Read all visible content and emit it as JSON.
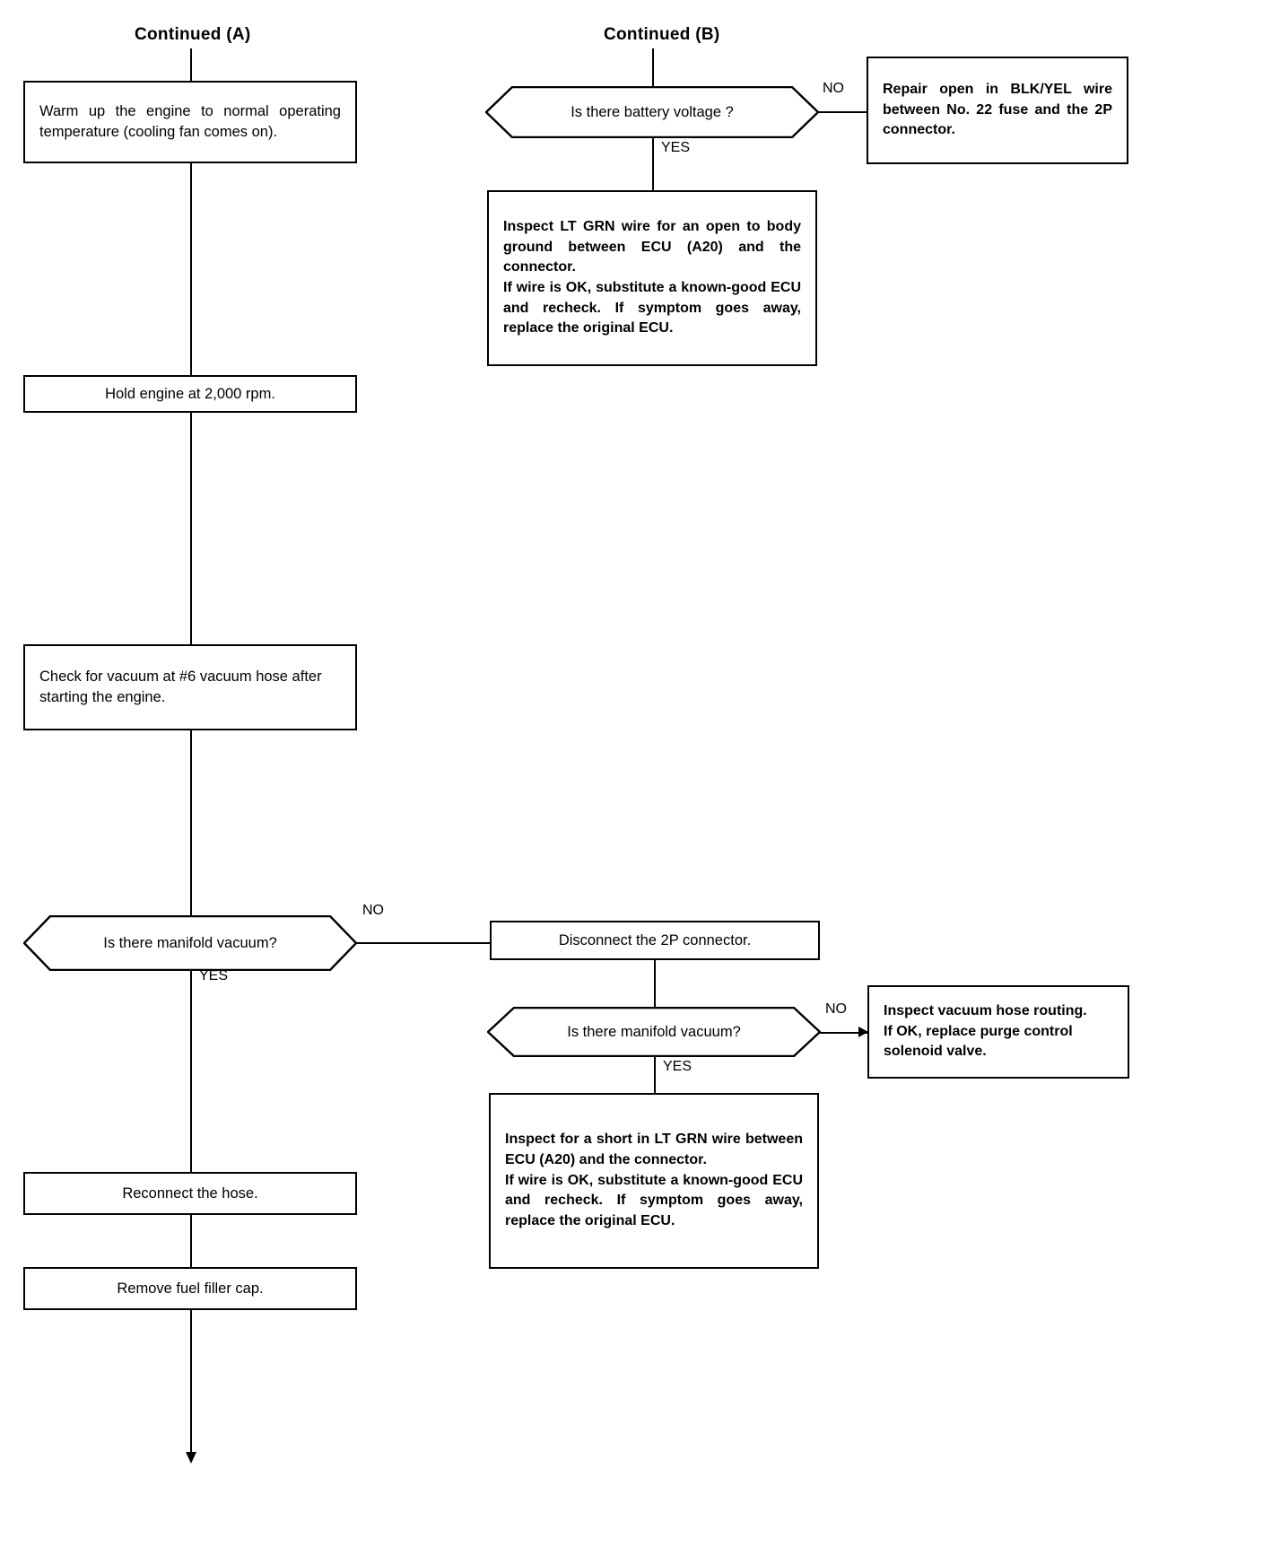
{
  "diagram": {
    "title_a": "Continued (A)",
    "title_b": "Continued (B)",
    "labels": {
      "yes": "YES",
      "no": "NO"
    },
    "nodes": {
      "warm_up": "Warm up the engine to normal operating temperature (cooling fan comes on).",
      "hold_engine": "Hold engine at 2,000 rpm.",
      "check_vacuum": "Check for vacuum at #6 vacuum hose after starting the engine.",
      "manifold_vacuum_q1": "Is there manifold vacuum?",
      "reconnect_hose": "Reconnect the hose.",
      "remove_cap": "Remove fuel filler cap.",
      "battery_voltage_q": "Is there battery voltage ?",
      "repair_open": "Repair open in BLK/YEL wire between No. 22 fuse and the 2P connector.",
      "inspect_lt_grn_open": "Inspect LT GRN wire for an open to body ground between ECU (A20) and the connector.\nIf wire is OK, substitute a known-good ECU and recheck. If symptom goes away, replace the original ECU.",
      "disconnect_2p": "Disconnect the 2P connector.",
      "manifold_vacuum_q2": "Is there manifold vacuum?",
      "inspect_hose_routing": "Inspect vacuum hose routing.\nIf OK, replace purge control solenoid valve.",
      "inspect_lt_grn_short": "Inspect for a short in LT GRN wire between ECU (A20) and the connector.\nIf wire is OK, substitute a known-good ECU and recheck. If symptom goes away, replace the original ECU."
    }
  }
}
